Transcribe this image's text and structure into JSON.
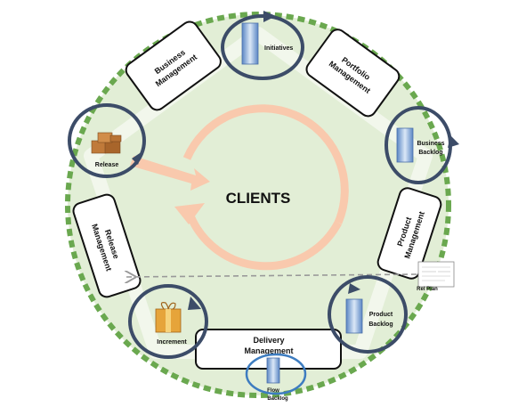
{
  "center_label": "CLIENTS",
  "management": {
    "business": [
      "Business",
      "Management"
    ],
    "portfolio": [
      "Portfolio",
      "Management"
    ],
    "product": [
      "Product",
      "Management"
    ],
    "delivery": [
      "Delivery",
      "Management"
    ],
    "release": [
      "Release",
      "Management"
    ]
  },
  "cycles": {
    "initiatives": "Initiatives",
    "business_backlog": [
      "Business",
      "Backlog"
    ],
    "product_backlog": [
      "Product",
      "Backlog"
    ],
    "flow_backlog": [
      "Flow",
      "Backlog"
    ],
    "increment": "Increment",
    "release": "Release",
    "rel_plan": "Rel Plan"
  },
  "colors": {
    "background": "#e2eed6",
    "border_dashes": "#6aa84f",
    "cycle_ring": "#3c4c68",
    "flow_ring": "#3d7cc0",
    "client_arrows": "#f9c9ad"
  }
}
